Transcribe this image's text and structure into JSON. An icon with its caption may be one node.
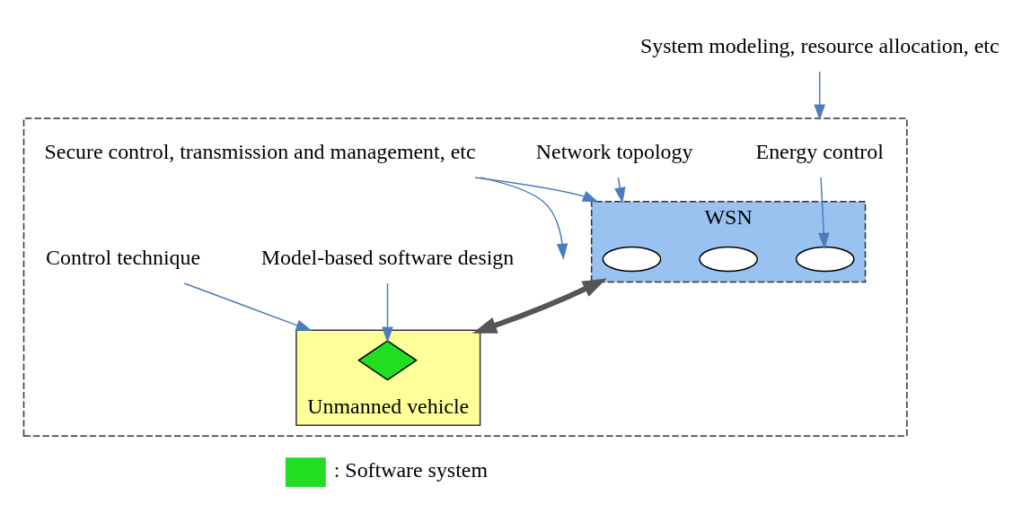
{
  "diagram": {
    "nodes": [
      {
        "text": [
          "System modeling, resource allocation, etc"
        ]
      },
      {
        "text": [],
        "shape": "box"
      },
      {
        "text": [
          "WSN"
        ],
        "in": 1
      },
      {
        "text": [],
        "shape": "ellipse",
        "in": 2
      },
      {
        "text": [],
        "shape": "ellipse",
        "in": 2
      },
      {
        "text": [],
        "shape": "ellipse",
        "in": 2
      },
      {
        "text": [
          "Energy control"
        ],
        "in": 1
      },
      {
        "text": [
          "Network topology"
        ],
        "in": 1
      },
      {
        "text": [
          "Secure control, transmission and management, etc"
        ],
        "in": 1
      },
      {
        "text": [
          "Unmanned vehicle"
        ],
        "in": 1
      },
      {
        "text": [],
        "shape": "diamond",
        "in": 9
      },
      {
        "text": [
          "Model-based software design"
        ],
        "in": 1
      },
      {
        "text": [
          "Control technique"
        ],
        "in": 1
      }
    ],
    "edges": [
      {
        "from": 0,
        "to": 1,
        "arrow": "to"
      },
      {
        "from": 6,
        "to": 5,
        "arrow": "to"
      },
      {
        "from": 7,
        "to": 2,
        "arrow": "to"
      },
      {
        "from": 8,
        "to": 2,
        "arrow": "to"
      },
      {
        "from": 8,
        "to": null,
        "arrow": "to"
      },
      {
        "from": 2,
        "to": 9,
        "arrow": "both",
        "style": "thick",
        "color": "#555555"
      },
      {
        "from": 11,
        "to": 10,
        "arrow": "to"
      },
      {
        "from": 12,
        "to": 9,
        "arrow": "to"
      }
    ],
    "legend": [
      {
        "text": ": Software system",
        "color": "#22dd22"
      }
    ]
  }
}
